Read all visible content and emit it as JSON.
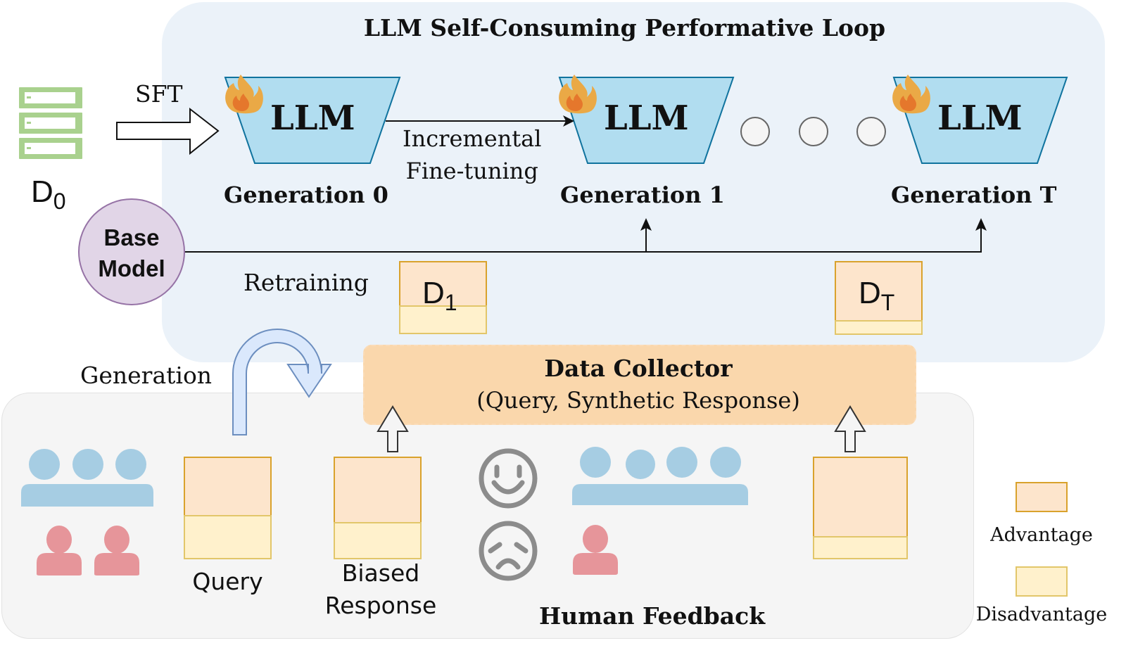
{
  "title": "LLM Self-Consuming Performative Loop",
  "dataset_d0": {
    "label": "D",
    "subscript": "0"
  },
  "sft_label": "SFT",
  "generations": [
    {
      "model_label": "LLM",
      "caption": "Generation 0"
    },
    {
      "model_label": "LLM",
      "caption": "Generation 1"
    },
    {
      "model_label": "LLM",
      "caption": "Generation T"
    }
  ],
  "incremental_label": [
    "Incremental",
    "Fine-tuning"
  ],
  "base_model": {
    "line1": "Base",
    "line2": "Model"
  },
  "retraining_label": "Retraining",
  "dataset_d1": {
    "label": "D",
    "subscript": "1"
  },
  "dataset_dt": {
    "label": "D",
    "subscript": "T"
  },
  "generation_label": "Generation",
  "data_collector": {
    "title": "Data Collector",
    "subtitle": "(Query, Synthetic Response)"
  },
  "query_label": "Query",
  "biased_response_label": [
    "Biased",
    "Response"
  ],
  "human_feedback_label": "Human Feedback",
  "legend": [
    {
      "label": "Advantage",
      "color": "#fde5cc",
      "border": "#d9a22c"
    },
    {
      "label": "Disadvantage",
      "color": "#fff1cc",
      "border": "#e2c66a"
    }
  ],
  "colors": {
    "loop_bg": "#ebf2f9",
    "feedback_bg": "#f5f5f5",
    "llm_fill": "#b1ddf0",
    "llm_stroke": "#10739e",
    "flame_outer": "#eaa946",
    "flame_inner": "#e5772c",
    "db_green": "#a9d18e",
    "base_fill": "#e1d5e7",
    "base_stroke": "#9673a6",
    "collector_fill": "#fad7ac",
    "group_blue": "#a6cde3",
    "person_red": "#e6959a",
    "face_gray": "#8c8c8c",
    "uturn_fill": "#dae8fc",
    "uturn_stroke": "#6c8ebf"
  }
}
